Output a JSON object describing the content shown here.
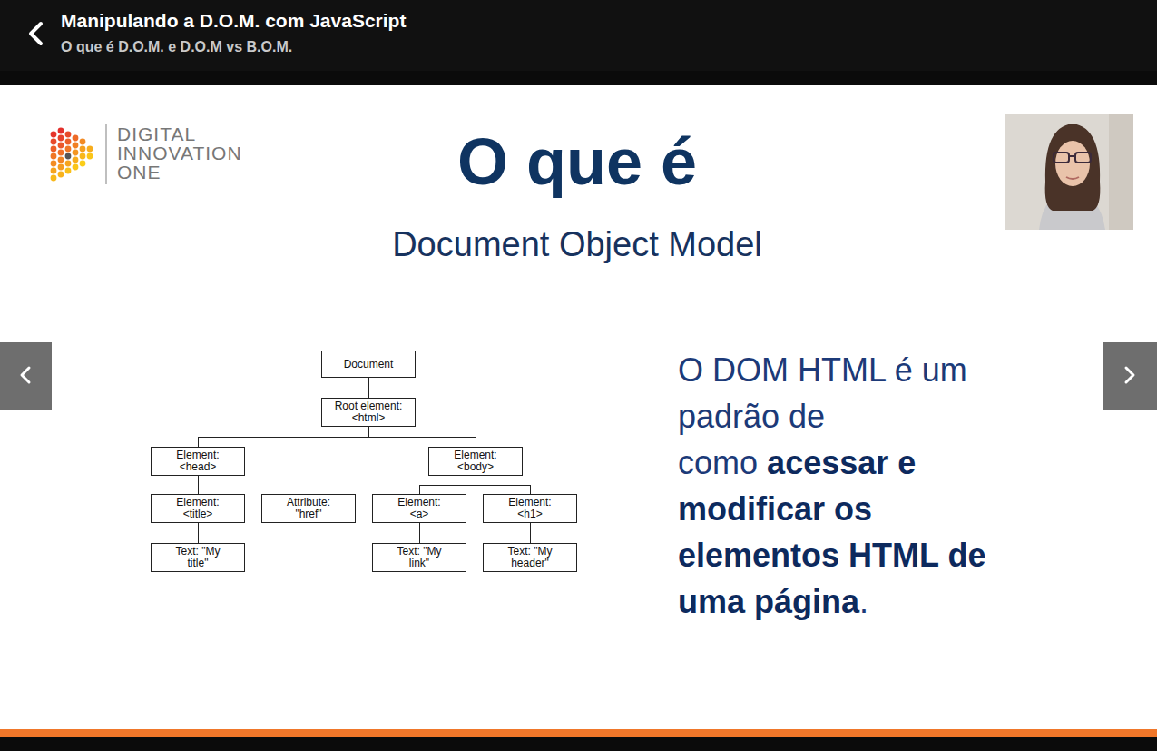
{
  "diagram": {
    "title": "O que é",
    "nodes": [
      {
        "text": [
          "Document"
        ]
      },
      {
        "text": [
          "Root element: <html>"
        ]
      },
      {
        "text": [
          "Element: <head>"
        ]
      },
      {
        "text": [
          "Element: <body>"
        ]
      },
      {
        "text": [
          "Element: <title>"
        ]
      },
      {
        "text": [
          "Attribute: \"href\""
        ]
      },
      {
        "text": [
          "Element: <a>"
        ]
      },
      {
        "text": [
          "Element: <h1>"
        ]
      },
      {
        "text": [
          "Text: \"My title\""
        ]
      },
      {
        "text": [
          "Text: \"My link\""
        ]
      },
      {
        "text": [
          "Text: \"My header\""
        ]
      }
    ],
    "edges": [
      {
        "from": 0,
        "to": 1,
        "arrow": "none"
      },
      {
        "from": 1,
        "to": 2,
        "arrow": "none"
      },
      {
        "from": 1,
        "to": 3,
        "arrow": "none"
      },
      {
        "from": 2,
        "to": 4,
        "arrow": "none"
      },
      {
        "from": 4,
        "to": 8,
        "arrow": "none"
      },
      {
        "from": 3,
        "to": 6,
        "arrow": "none"
      },
      {
        "from": 3,
        "to": 7,
        "arrow": "none"
      },
      {
        "from": 5,
        "to": 6,
        "arrow": "none"
      },
      {
        "from": 6,
        "to": 9,
        "arrow": "none"
      },
      {
        "from": 7,
        "to": 10,
        "arrow": "none"
      }
    ],
    "labels": [
      "Manipulando a D.O.M. com JavaScript",
      "O que é D.O.M. e D.O.M vs B.O.M.",
      "DIGITAL INNOVATION ONE",
      "Document Object Model",
      "O DOM HTML é um padrão de como",
      "acessar e modificar os elementos HTML de uma página",
      "."
    ]
  }
}
